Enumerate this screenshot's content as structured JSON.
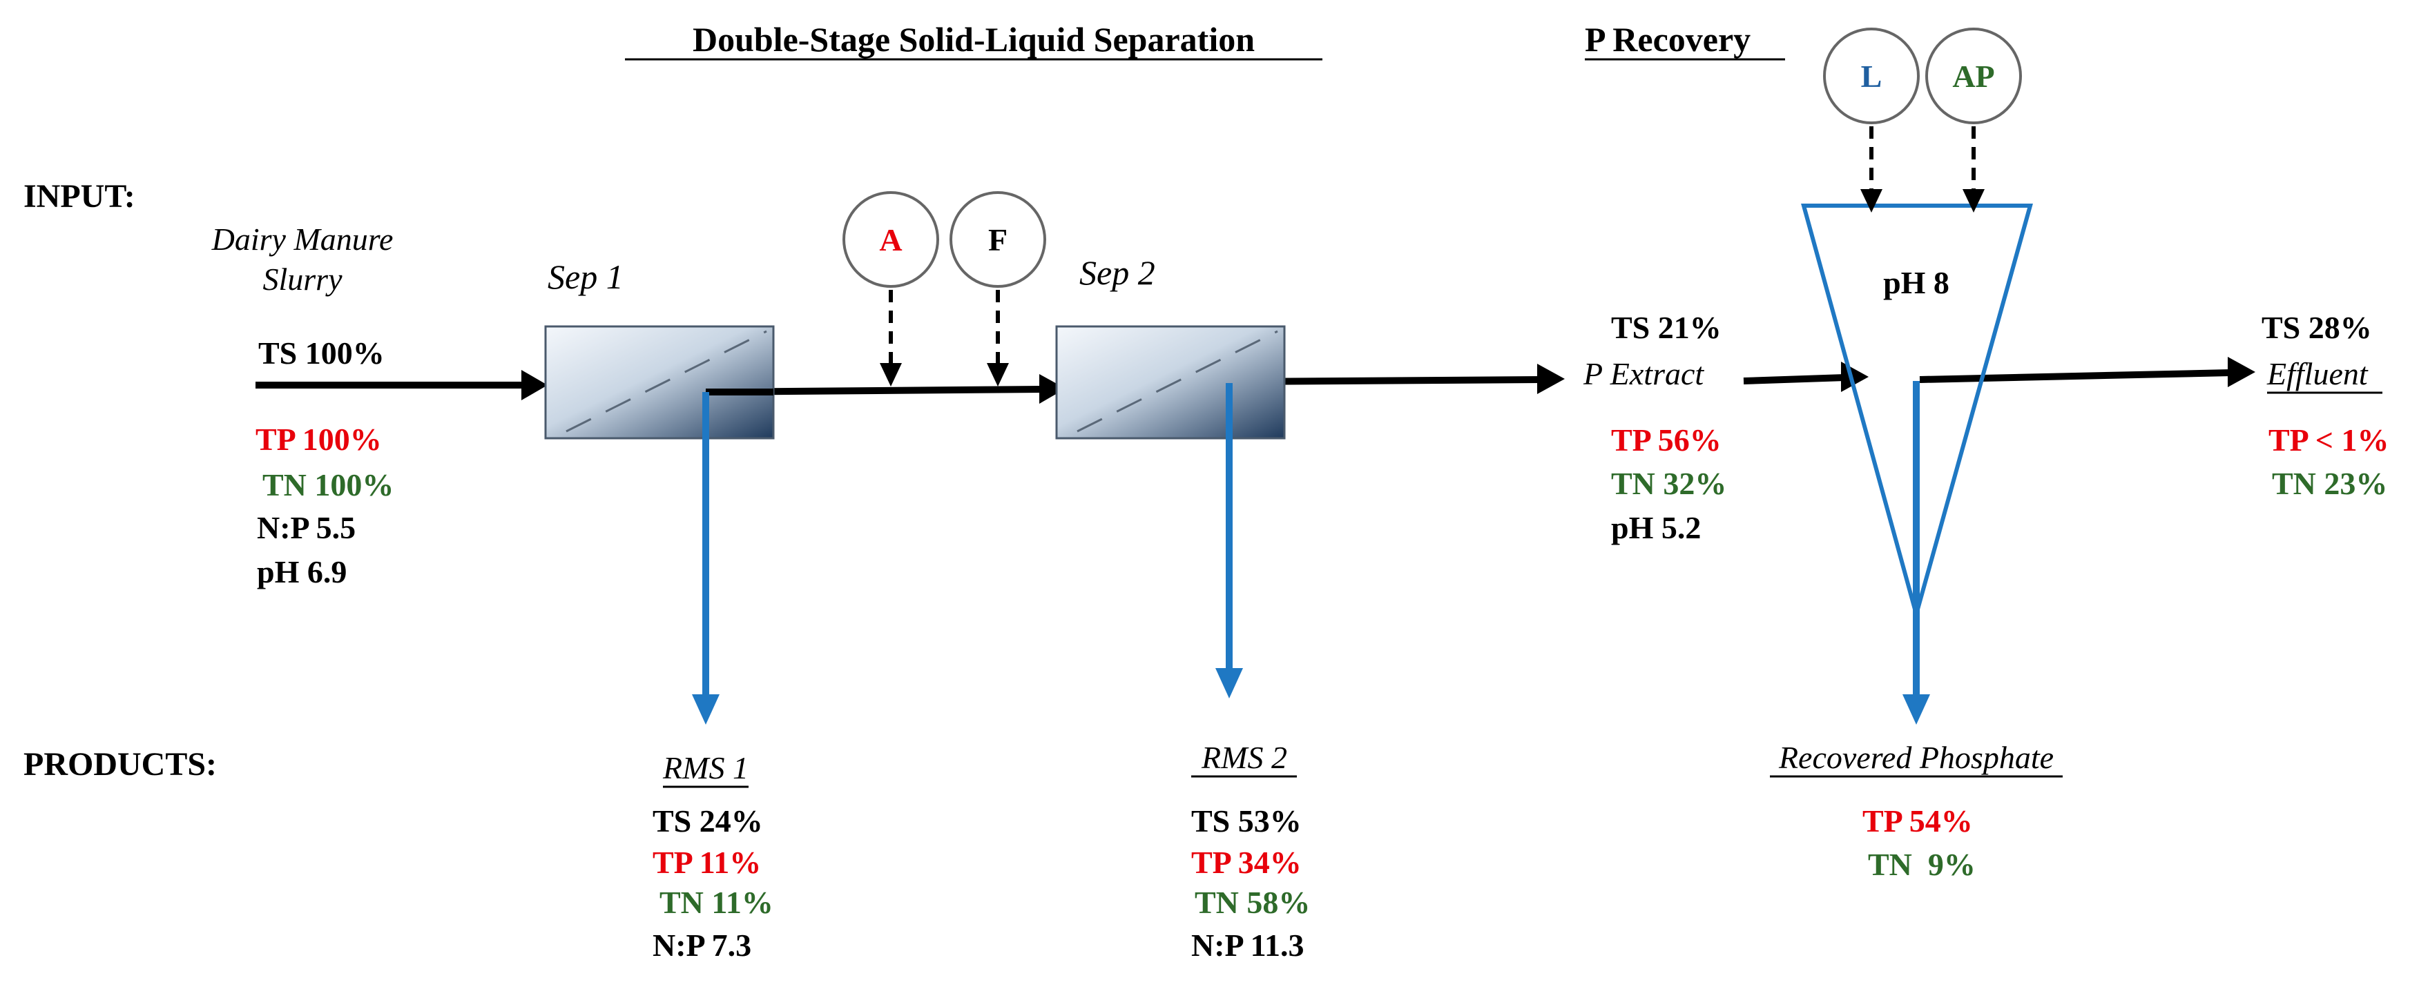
{
  "colors": {
    "black": "#000000",
    "red": "#e8000b",
    "green": "#2e6b2a",
    "blue": "#1f78c3",
    "circle_L": "#1f5fa0",
    "circle_AP": "#2e6b2a"
  },
  "headers": {
    "separation": "Double-Stage Solid-Liquid Separation",
    "recovery": "P Recovery"
  },
  "row_labels": {
    "input": "INPUT:",
    "products": "PRODUCTS:"
  },
  "input_stream": {
    "name_line1": "Dairy Manure",
    "name_line2": "Slurry",
    "ts": "TS 100%",
    "tp": "TP 100%",
    "tn": "TN 100%",
    "np": "N:P 5.5",
    "ph": "pH 6.9"
  },
  "separators": {
    "sep1": "Sep 1",
    "sep2": "Sep 2"
  },
  "additives": {
    "a": "A",
    "f": "F",
    "l": "L",
    "ap": "AP"
  },
  "p_extract": {
    "ts": "TS 21%",
    "name": "P Extract",
    "tp": "TP 56%",
    "tn": "TN 32%",
    "ph": "pH 5.2"
  },
  "reactor": {
    "ph": "pH 8"
  },
  "effluent": {
    "ts": "TS 28%",
    "name": "Effluent",
    "tp": "TP < 1%",
    "tn": "TN 23%"
  },
  "products": {
    "rms1": {
      "name": "RMS 1",
      "ts": "TS 24%",
      "tp": "TP 11%",
      "tn": "TN 11%",
      "np": "N:P 7.3"
    },
    "rms2": {
      "name": "RMS 2",
      "ts": "TS 53%",
      "tp": "TP 34%",
      "tn": "TN 58%",
      "np": "N:P 11.3"
    },
    "recovered": {
      "name": "Recovered Phosphate",
      "tp": "TP 54%",
      "tn": "TN  9%"
    }
  }
}
